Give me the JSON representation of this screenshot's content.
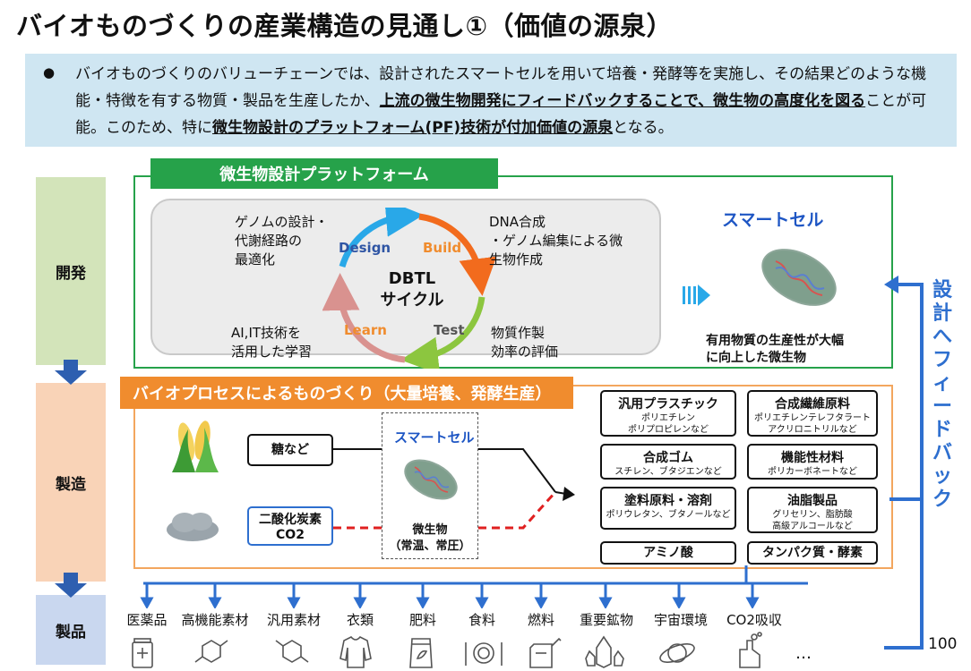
{
  "title": "バイオものづくりの産業構造の見通し①（価値の源泉）",
  "summary": {
    "bullet": "●",
    "part1": "バイオものづくりのバリューチェーンでは、設計されたスマートセルを用いて培養・発酵等を実施し、その結果どのような機能・特徴を有する物質・製品を生産したか、",
    "highlight1": "上流の微生物開発にフィードバックすることで、微生物の高度化を図る",
    "part2": "ことが可能。このため、特に",
    "highlight2": "微生物設計のプラットフォーム(PF)技術が付加価値の源泉",
    "part3": "となる。"
  },
  "stages": {
    "dev": "開発",
    "mfg": "製造",
    "prod": "製品"
  },
  "platform": {
    "label": "微生物設計プラットフォーム",
    "center_line1": "DBTL",
    "center_line2": "サイクル",
    "design": "Design",
    "build": "Build",
    "test": "Test",
    "learn": "Learn",
    "design_text": "ゲノムの設計・\n代謝経路の\n最適化",
    "build_text": "DNA合成\n・ゲノム編集による微\n生物作成",
    "test_text": "物質作製\n効率の評価",
    "learn_text": "AI,IT技術を\n活用した学習",
    "smartcell_title": "スマートセル",
    "smartcell_caption": "有用物質の生産性が大幅\nに向上した微生物"
  },
  "manufacturing": {
    "label": "バイオプロセスによるものづくり（大量培養、発酵生産）",
    "sugar": "糖など",
    "co2_line1": "二酸化炭素",
    "co2_line2": "CO2",
    "smartcell": "スマートセル",
    "microbe_line1": "微生物",
    "microbe_line2": "（常温、常圧）",
    "products": [
      {
        "title": "汎用プラスチック",
        "sub": "ポリエチレン\nポリプロピレンなど"
      },
      {
        "title": "合成繊維原料",
        "sub": "ポリエチレンテレフタラート\nアクリロニトリルなど"
      },
      {
        "title": "合成ゴム",
        "sub": "スチレン、ブタジエンなど"
      },
      {
        "title": "機能性材料",
        "sub": "ポリカーボネートなど"
      },
      {
        "title": "塗料原料・溶剤",
        "sub": "ポリウレタン、ブタノールなど"
      },
      {
        "title": "油脂製品",
        "sub": "グリセリン、脂肪酸\n高級アルコールなど"
      },
      {
        "title": "アミノ酸",
        "sub": ""
      },
      {
        "title": "タンパク質・酵素",
        "sub": ""
      }
    ]
  },
  "categories": [
    "医薬品",
    "高機能素材",
    "汎用素材",
    "衣類",
    "肥料",
    "食料",
    "燃料",
    "重要鉱物",
    "宇宙環境",
    "CO2吸収"
  ],
  "ellipsis": "…",
  "feedback": "設計へフィードバック",
  "page_number": "100",
  "colors": {
    "green": "#26a24a",
    "orange": "#f08c2e",
    "blue": "#2e6fcf"
  }
}
